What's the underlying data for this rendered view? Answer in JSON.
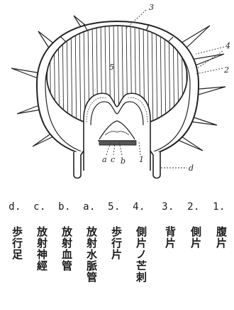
{
  "figure": {
    "callouts": [
      {
        "id": "3",
        "text": "3"
      },
      {
        "id": "4",
        "text": "4"
      },
      {
        "id": "2",
        "text": "2"
      },
      {
        "id": "5",
        "text": "5"
      },
      {
        "id": "a",
        "text": "a"
      },
      {
        "id": "c",
        "text": "c"
      },
      {
        "id": "b",
        "text": "b"
      },
      {
        "id": "1",
        "text": "1"
      },
      {
        "id": "d",
        "text": "d"
      }
    ]
  },
  "legend": [
    {
      "key": "d.",
      "text": "歩行足"
    },
    {
      "key": "c.",
      "text": "放射神經"
    },
    {
      "key": "b.",
      "text": "放射血管"
    },
    {
      "key": "a.",
      "text": "放射水脈管"
    },
    {
      "key": "5.",
      "text": "歩行片"
    },
    {
      "key": "4.",
      "text": "側片ノ芒刺"
    },
    {
      "key": "3.",
      "text": "背片"
    },
    {
      "key": "2.",
      "text": "側片"
    },
    {
      "key": "1.",
      "text": "腹片"
    }
  ]
}
